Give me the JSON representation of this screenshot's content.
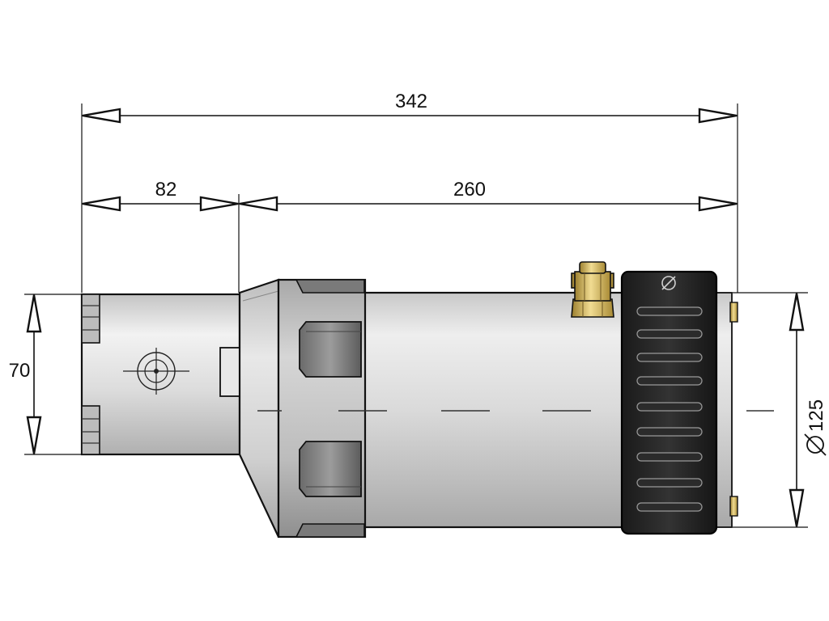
{
  "dimensions": {
    "overall_length": "342",
    "front_length": "82",
    "body_length": "260",
    "front_diameter": "70",
    "body_diameter_symbol": "Ø",
    "body_diameter": "125"
  },
  "colors": {
    "line": "#111111",
    "body_light": "#e6e6e6",
    "body_mid": "#b5b5b5",
    "grip": "#1f1f1f",
    "brass": "#c9a94f"
  },
  "components": [
    "front-shaft",
    "cone-adapter",
    "clamp-ring",
    "motor-body",
    "cooling-cap",
    "brass-nipple"
  ]
}
